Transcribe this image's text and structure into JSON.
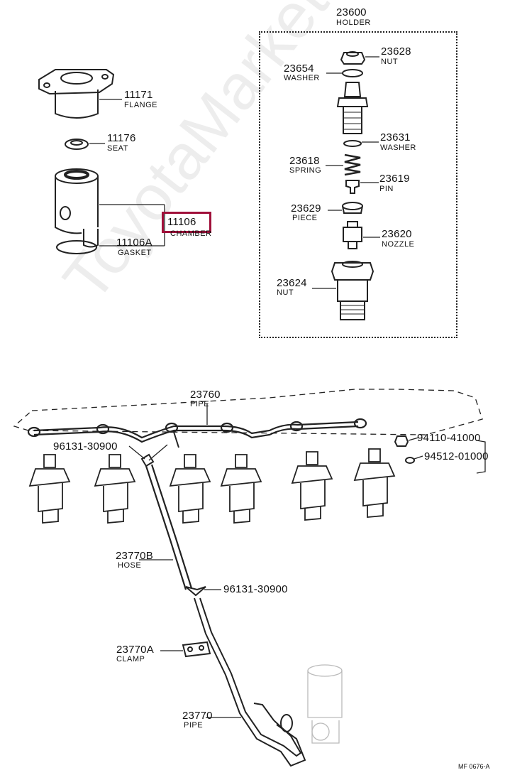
{
  "holder": {
    "number": "23600",
    "name": "HOLDER"
  },
  "parts": [
    {
      "id": "p11171",
      "number": "11171",
      "name": "FLANGE"
    },
    {
      "id": "p11176",
      "number": "11176",
      "name": "SEAT"
    },
    {
      "id": "p11106",
      "number": "11106",
      "name": "CHAMBER"
    },
    {
      "id": "p11106a",
      "number": "11106A",
      "name": "GASKET"
    },
    {
      "id": "p23628",
      "number": "23628",
      "name": "NUT"
    },
    {
      "id": "p23654",
      "number": "23654",
      "name": "WASHER"
    },
    {
      "id": "p23631",
      "number": "23631",
      "name": "WASHER"
    },
    {
      "id": "p23618",
      "number": "23618",
      "name": "SPRING"
    },
    {
      "id": "p23619",
      "number": "23619",
      "name": "PIN"
    },
    {
      "id": "p23629",
      "number": "23629",
      "name": "PIECE"
    },
    {
      "id": "p23620",
      "number": "23620",
      "name": "NOZZLE"
    },
    {
      "id": "p23624",
      "number": "23624",
      "name": "NUT"
    },
    {
      "id": "p23760",
      "number": "23760",
      "name": "PIPE"
    },
    {
      "id": "p96131a",
      "number": "96131-30900",
      "name": ""
    },
    {
      "id": "p94110",
      "number": "94110-41000",
      "name": ""
    },
    {
      "id": "p94512",
      "number": "94512-01000",
      "name": ""
    },
    {
      "id": "p23770b",
      "number": "23770B",
      "name": "HOSE"
    },
    {
      "id": "p96131b",
      "number": "96131-30900",
      "name": ""
    },
    {
      "id": "p23770a",
      "number": "23770A",
      "name": "CLAMP"
    },
    {
      "id": "p23770",
      "number": "23770",
      "name": "PIPE"
    }
  ],
  "highlighted": "11106",
  "diagram_code": "MF 0676-A",
  "watermark": "ToyotaMarket.ru",
  "colors": {
    "highlight": "#a0103a",
    "line": "#222222"
  }
}
